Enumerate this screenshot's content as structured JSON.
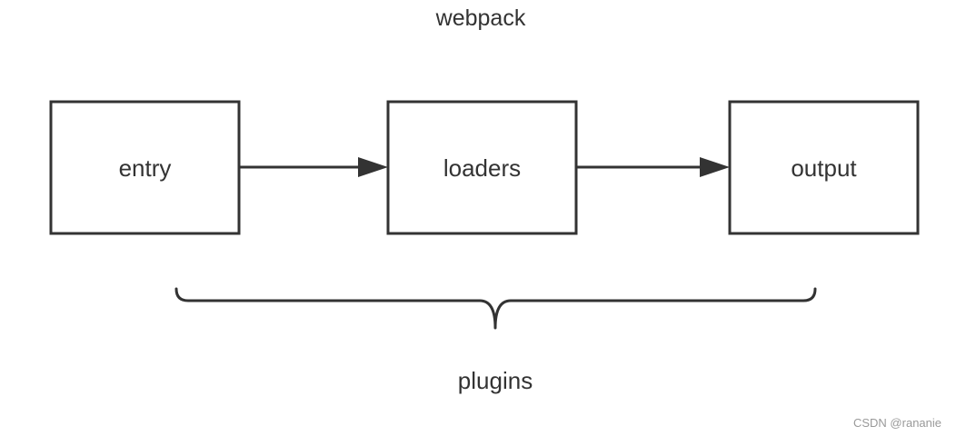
{
  "title": "webpack",
  "nodes": [
    {
      "id": "entry",
      "label": "entry"
    },
    {
      "id": "loaders",
      "label": "loaders"
    },
    {
      "id": "output",
      "label": "output"
    }
  ],
  "edges": [
    {
      "from": "entry",
      "to": "loaders"
    },
    {
      "from": "loaders",
      "to": "output"
    }
  ],
  "brace_label": "plugins",
  "watermark": "CSDN @rananie",
  "colors": {
    "stroke": "#333333",
    "text": "#333333",
    "background": "#ffffff",
    "watermark": "#999999"
  }
}
